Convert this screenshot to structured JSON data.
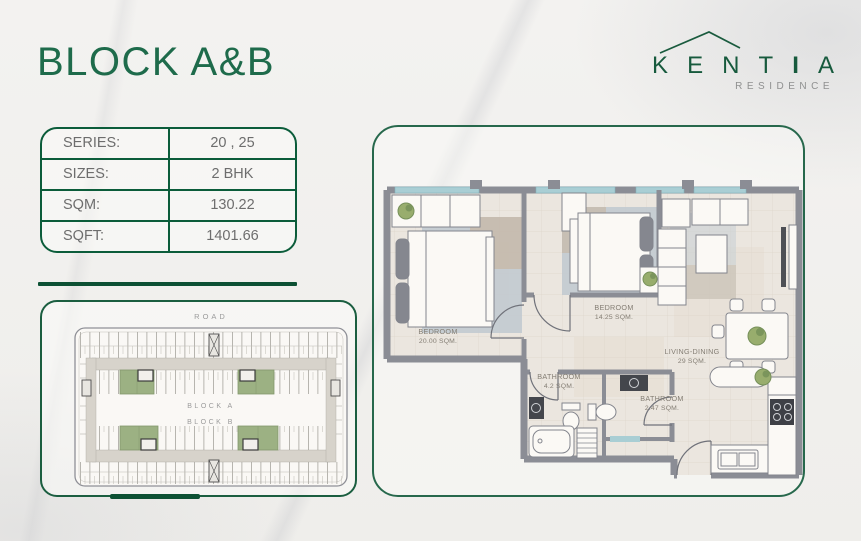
{
  "page": {
    "title": "BLOCK A&B"
  },
  "logo": {
    "letters": [
      "K",
      "E",
      "N",
      "T",
      "I",
      "A"
    ],
    "subtitle": "RESIDENCE"
  },
  "spec_table": {
    "rows": [
      {
        "label": "SERIES:",
        "value": "20 , 25"
      },
      {
        "label": "SIZES:",
        "value": "2 BHK"
      },
      {
        "label": "SQM:",
        "value": "130.22"
      },
      {
        "label": "SQFT:",
        "value": "1401.66"
      }
    ]
  },
  "site_plan": {
    "road_label": "ROAD",
    "block_a_label": "BLOCK A",
    "block_b_label": "BLOCK B"
  },
  "floor_plan": {
    "rooms": [
      {
        "name": "BEDROOM",
        "area": "20.00 SQM."
      },
      {
        "name": "BEDROOM",
        "area": "14.25 SQM."
      },
      {
        "name": "LIVING-DINING",
        "area": "29 SQM."
      },
      {
        "name": "BATHROOM",
        "area": "4.2 SQM."
      },
      {
        "name": "BATHROOM",
        "area": "2.47 SQM."
      }
    ]
  },
  "colors": {
    "brand_green": "#175a3d",
    "title_green": "#1e6b4b",
    "table_border_green": "#0b5c3a",
    "divider_green": "#0d5134",
    "text_gray": "#6d6d6d",
    "room_label_gray": "#847e74",
    "wall_gray": "#8b8d95",
    "window_teal": "#a9ced4",
    "plant_green": "#98ad6d",
    "highlight_unit_green": "#9cb183"
  }
}
